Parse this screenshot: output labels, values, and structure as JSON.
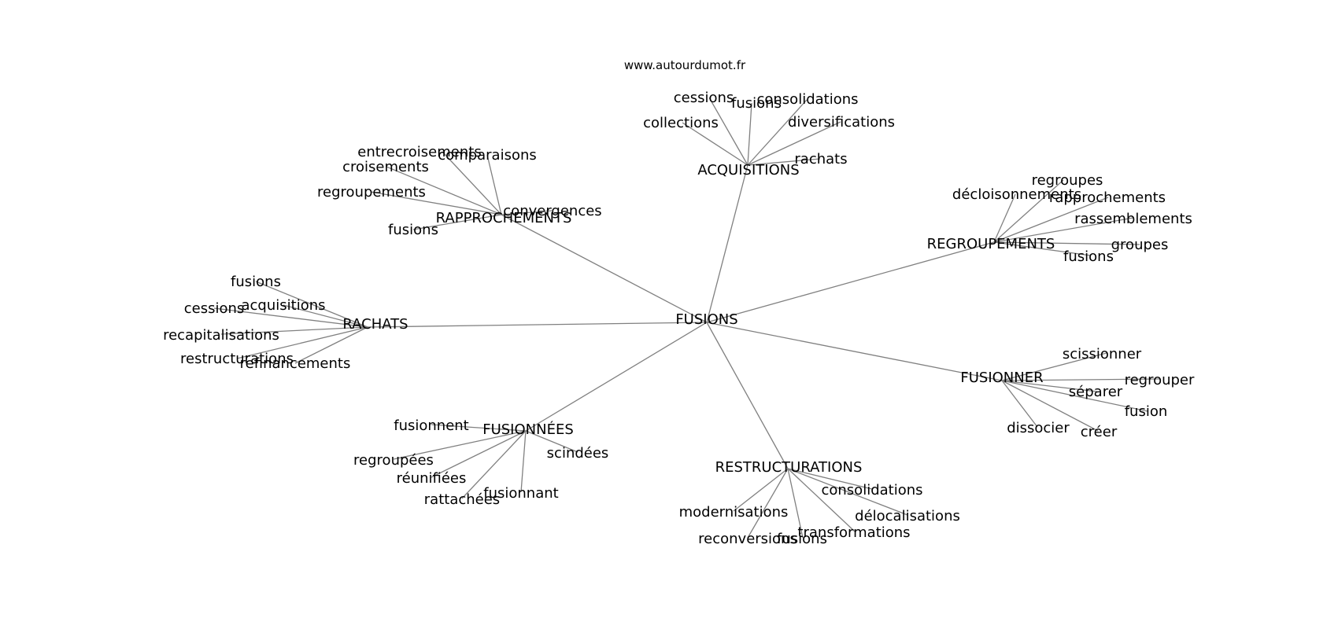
{
  "watermark": "www.autourdumot.fr",
  "center": "FUSIONS",
  "groups": [
    {
      "hub": "ACQUISITIONS",
      "leaves": [
        "cessions",
        "fusions",
        "consolidations",
        "collections",
        "diversifications",
        "rachats"
      ]
    },
    {
      "hub": "RAPPROCHEMENTS",
      "leaves": [
        "entrecroisements",
        "comparaisons",
        "croisements",
        "regroupements",
        "convergences",
        "fusions"
      ]
    },
    {
      "hub": "REGROUPEMENTS",
      "leaves": [
        "regroupes",
        "décloisonnements",
        "rapprochements",
        "rassemblements",
        "groupes",
        "fusions"
      ]
    },
    {
      "hub": "RACHATS",
      "leaves": [
        "fusions",
        "cessions",
        "acquisitions",
        "recapitalisations",
        "restructurations",
        "refinancements"
      ]
    },
    {
      "hub": "FUSIONNER",
      "leaves": [
        "scissionner",
        "regrouper",
        "séparer",
        "fusion",
        "dissocier",
        "créer"
      ]
    },
    {
      "hub": "FUSIONNÉES",
      "leaves": [
        "fusionnent",
        "scindées",
        "regroupées",
        "réunifiées",
        "fusionnant",
        "rattachées"
      ]
    },
    {
      "hub": "RESTRUCTURATIONS",
      "leaves": [
        "consolidations",
        "modernisations",
        "délocalisations",
        "transformations",
        "fusions",
        "reconversions"
      ]
    }
  ]
}
